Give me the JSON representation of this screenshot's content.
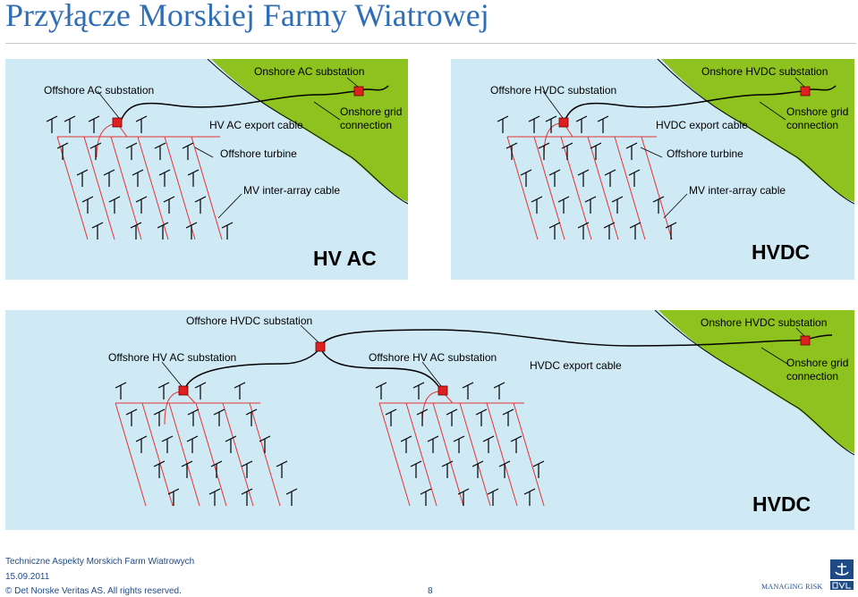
{
  "title": "Przyłącze Morskiej Farmy Wiatrowej",
  "colors": {
    "sea": "#cfe9f5",
    "land": "#8dc21f",
    "cable": "#e53434",
    "substation": "#e02020",
    "title": "#2f6eb5"
  },
  "panel_hvac": {
    "onshore_substation": "Onshore AC substation",
    "offshore_substation": "Offshore AC substation",
    "export_cable": "HV AC export cable",
    "grid_line1": "Onshore grid",
    "grid_line2": "connection",
    "turbine": "Offshore turbine",
    "array_cable": "MV inter-array cable",
    "badge": "HV AC"
  },
  "panel_hvdc": {
    "onshore_substation": "Onshore HVDC substation",
    "offshore_substation": "Offshore HVDC substation",
    "export_cable": "HVDC export cable",
    "grid_line1": "Onshore grid",
    "grid_line2": "connection",
    "turbine": "Offshore turbine",
    "array_cable": "MV inter-array cable",
    "badge": "HVDC"
  },
  "panel_hvdc_multi": {
    "offshore_hvdc_substation": "Offshore HVDC substation",
    "offshore_ac_substation_left": "Offshore HV AC substation",
    "offshore_ac_substation_right": "Offshore HV AC substation",
    "onshore_substation": "Onshore HVDC substation",
    "export_cable": "HVDC export cable",
    "grid_line1": "Onshore grid",
    "grid_line2": "connection",
    "badge": "HVDC"
  },
  "footer": {
    "subtitle": "Techniczne Aspekty Morskich Farm Wiatrowych",
    "date": "15.09.2011",
    "copyright": "© Det Norske Veritas AS. All rights reserved.",
    "page": "8",
    "tagline": "MANAGING RISK"
  },
  "logo_icon": "dnv-logo-icon"
}
